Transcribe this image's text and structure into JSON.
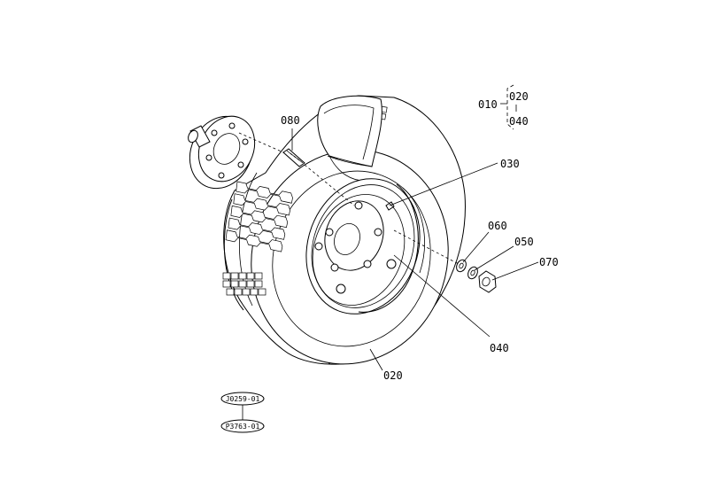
{
  "diagram": {
    "callouts": {
      "c010": "010",
      "c020_top": "020",
      "c040_top": "040",
      "c080": "080",
      "c030": "030",
      "c060": "060",
      "c050": "050",
      "c070": "070",
      "c040": "040",
      "c020": "020"
    },
    "references": {
      "ref_a": "J0259-01",
      "ref_b": "P3763-01"
    }
  }
}
